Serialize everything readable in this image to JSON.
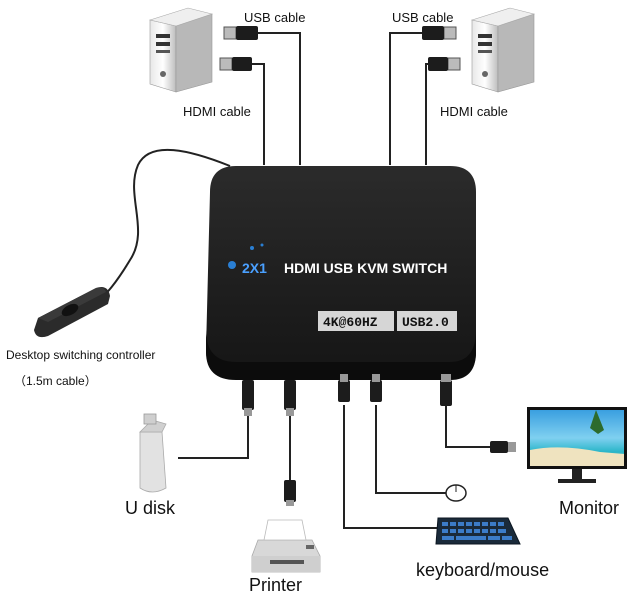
{
  "labels": {
    "usb_cable_left": "USB cable",
    "usb_cable_right": "USB cable",
    "hdmi_cable_left": "HDMI cable",
    "hdmi_cable_right": "HDMI cable",
    "controller": "Desktop switching controller",
    "controller_note": "（1.5m cable）",
    "u_disk": "U disk",
    "printer": "Printer",
    "keyboard_mouse": "keyboard/mouse",
    "monitor": "Monitor"
  },
  "device": {
    "ports_badge": "2X1",
    "title": "HDMI USB KVM  SWITCH",
    "resolution_badge": "4K@60HZ",
    "usb_badge": "USB2.0",
    "body_color": "#1a1a1a",
    "accent_color": "#2a7fd4"
  },
  "icons": [
    "pc-tower-icon",
    "usb-plug-icon",
    "hdmi-plug-icon",
    "controller-icon",
    "usb-flash-drive-icon",
    "printer-icon",
    "keyboard-icon",
    "mouse-icon",
    "monitor-icon"
  ]
}
